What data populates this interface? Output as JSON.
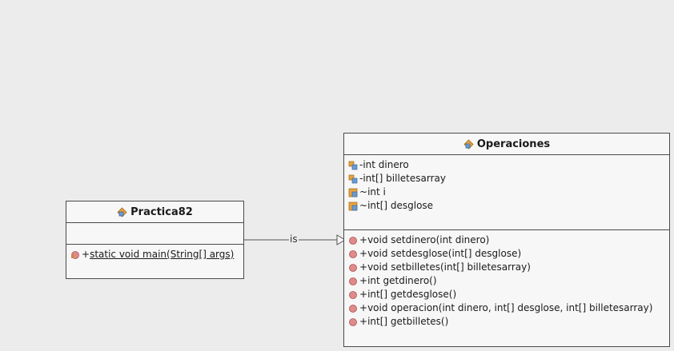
{
  "classes": {
    "practica": {
      "name": "Practica82",
      "methods": [
        {
          "visibility": "+",
          "text": "static void main(String[] args)",
          "static": true
        }
      ]
    },
    "operaciones": {
      "name": "Operaciones",
      "fields": [
        {
          "visibility": "-",
          "text": "int dinero"
        },
        {
          "visibility": "-",
          "text": "int[] billetesarray"
        },
        {
          "visibility": "~",
          "text": "int i"
        },
        {
          "visibility": "~",
          "text": "int[] desglose"
        }
      ],
      "methods": [
        {
          "visibility": "+",
          "text": "void setdinero(int dinero)"
        },
        {
          "visibility": "+",
          "text": "void setdesglose(int[] desglose)"
        },
        {
          "visibility": "+",
          "text": "void setbilletes(int[] billetesarray)"
        },
        {
          "visibility": "+",
          "text": "int getdinero()"
        },
        {
          "visibility": "+",
          "text": "int[] getdesglose()"
        },
        {
          "visibility": "+",
          "text": "void operacion(int dinero, int[] desglose, int[] billetesarray)"
        },
        {
          "visibility": "+",
          "text": "int[] getbilletes()"
        }
      ]
    }
  },
  "association": {
    "label": "is"
  },
  "icons": {
    "class_icon": "class-icon",
    "private_field_icon": "private-field-icon",
    "package_field_icon": "package-field-icon",
    "method_icon": "method-icon"
  },
  "colors": {
    "background": "#ececec",
    "box_fill": "#f7f7f7",
    "border": "#4a4a4a",
    "method_dot": "#e08a8a",
    "field_icon_orange": "#e9a23b",
    "field_icon_blue": "#6c9ad0"
  }
}
